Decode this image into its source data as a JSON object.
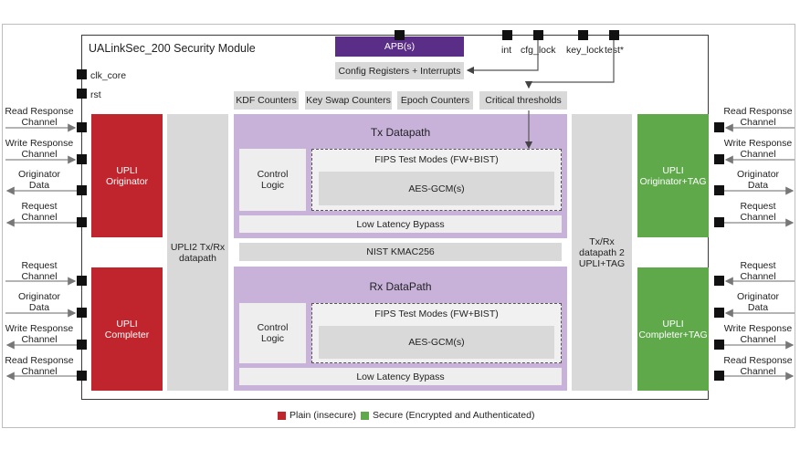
{
  "module_title": "UALinkSec_200 Security Module",
  "apb": "APB(s)",
  "config_registers": "Config Registers + Interrupts",
  "top_pins": {
    "int": "int",
    "cfg_lock": "cfg_lock",
    "key_lock": "key_lock",
    "test": "test*"
  },
  "left_pins": {
    "clk": "clk_core",
    "rst": "rst"
  },
  "counters": [
    "KDF Counters",
    "Key Swap Counters",
    "Epoch Counters",
    "Critical thresholds"
  ],
  "tx": {
    "title": "Tx Datapath",
    "control": "Control\nLogic",
    "fips": "FIPS Test Modes (FW+BIST)",
    "aes": "AES-GCM(s)",
    "bypass": "Low Latency Bypass"
  },
  "kmac": "NIST KMAC256",
  "rx": {
    "title": "Rx DataPath",
    "control": "Control\nLogic",
    "fips": "FIPS Test Modes (FW+BIST)",
    "aes": "AES-GCM(s)",
    "bypass": "Low Latency Bypass"
  },
  "upli_originator": "UPLI\nOriginator",
  "upli_completer": "UPLI\nCompleter",
  "upli2": "UPLI2 Tx/Rx\ndatapath",
  "txrx2": "Tx/Rx\ndatapath 2\nUPLI+TAG",
  "upli_originator_tag": "UPLI\nOriginator+TAG",
  "upli_completer_tag": "UPLI\nCompleter+TAG",
  "left_channels": [
    "Read Response\nChannel",
    "Write Response\nChannel",
    "Originator\nData",
    "Request\nChannel",
    "Request\nChannel",
    "Originator\nData",
    "Write Response\nChannel",
    "Read Response\nChannel"
  ],
  "right_channels": [
    "Read Response\nChannel",
    "Write Response\nChannel",
    "Originator\nData",
    "Request\nChannel",
    "Request\nChannel",
    "Originator\nData",
    "Write Response\nChannel",
    "Read Response\nChannel"
  ],
  "legend": {
    "plain": "Plain (insecure)",
    "secure": "Secure (Encrypted and Authenticated)",
    "plain_color": "#c0242c",
    "secure_color": "#5fa94b"
  },
  "colors": {
    "apb": "#5a2d86",
    "datapath": "#c9b2da",
    "block": "#d9d9d9"
  }
}
